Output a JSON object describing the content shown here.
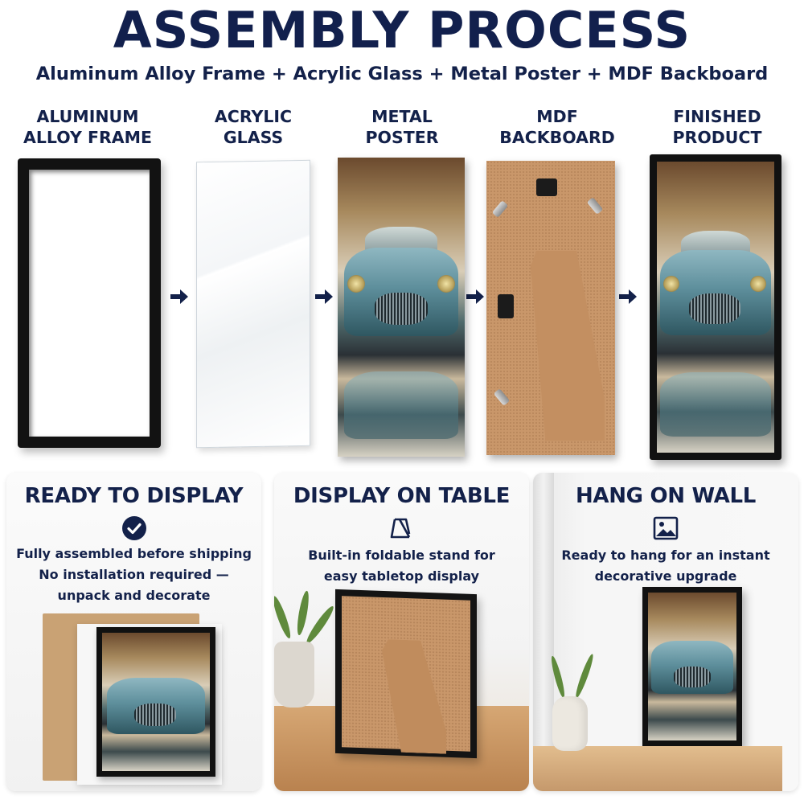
{
  "header": {
    "title": "ASSEMBLY PROCESS",
    "subtitle": "Aluminum Alloy Frame + Acrylic Glass + Metal Poster + MDF Backboard"
  },
  "steps": [
    {
      "line1": "ALUMINUM",
      "line2": "ALLOY FRAME"
    },
    {
      "line1": "ACRYLIC",
      "line2": "GLASS"
    },
    {
      "line1": "METAL",
      "line2": "POSTER"
    },
    {
      "line1": "MDF",
      "line2": "BACKBOARD"
    },
    {
      "line1": "FINISHED",
      "line2": "PRODUCT"
    }
  ],
  "cards": [
    {
      "title": "READY TO DISPLAY",
      "icon": "check-circle-icon",
      "lines": [
        "Fully assembled before shipping",
        "No installation required —",
        "unpack and decorate"
      ]
    },
    {
      "title": "DISPLAY ON TABLE",
      "icon": "easel-stand-icon",
      "lines": [
        "Built-in foldable stand for",
        "easy tabletop display"
      ]
    },
    {
      "title": "HANG ON WALL",
      "icon": "picture-icon",
      "lines": [
        "Ready to hang for an instant",
        "decorative upgrade"
      ]
    }
  ],
  "colors": {
    "navy": "#13214a",
    "frame_black": "#121212",
    "mdf_brown": "#c9976a"
  }
}
